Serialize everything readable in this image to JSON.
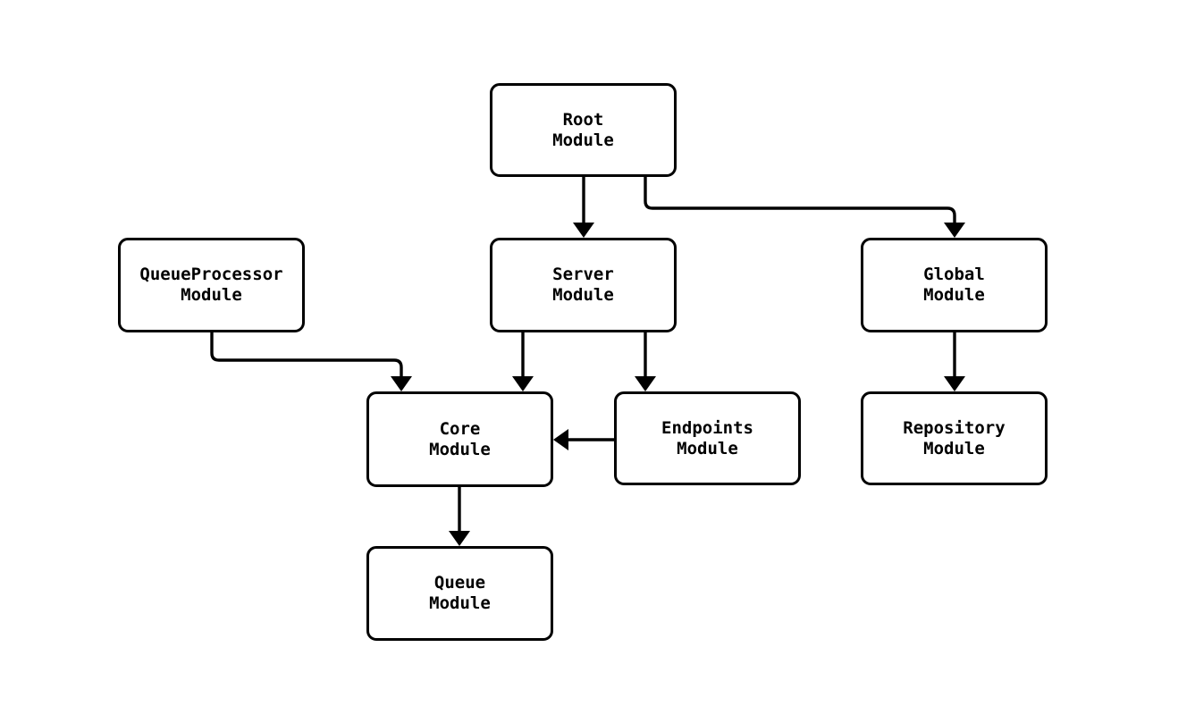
{
  "diagram": {
    "background_color": "#ffffff",
    "node_fill_color": "#ffffff",
    "stroke_color": "#000000",
    "nodes": [
      {
        "id": "root",
        "line1": "Root",
        "line2": "Module"
      },
      {
        "id": "queueprocessor",
        "line1": "QueueProcessor",
        "line2": "Module"
      },
      {
        "id": "server",
        "line1": "Server",
        "line2": "Module"
      },
      {
        "id": "global",
        "line1": "Global",
        "line2": "Module"
      },
      {
        "id": "core",
        "line1": "Core",
        "line2": "Module"
      },
      {
        "id": "endpoints",
        "line1": "Endpoints",
        "line2": "Module"
      },
      {
        "id": "repository",
        "line1": "Repository",
        "line2": "Module"
      },
      {
        "id": "queue",
        "line1": "Queue",
        "line2": "Module"
      }
    ],
    "edges": [
      {
        "from": "root",
        "to": "server"
      },
      {
        "from": "root",
        "to": "global"
      },
      {
        "from": "queueprocessor",
        "to": "core"
      },
      {
        "from": "server",
        "to": "core"
      },
      {
        "from": "server",
        "to": "endpoints"
      },
      {
        "from": "endpoints",
        "to": "core"
      },
      {
        "from": "global",
        "to": "repository"
      },
      {
        "from": "core",
        "to": "queue"
      }
    ]
  }
}
